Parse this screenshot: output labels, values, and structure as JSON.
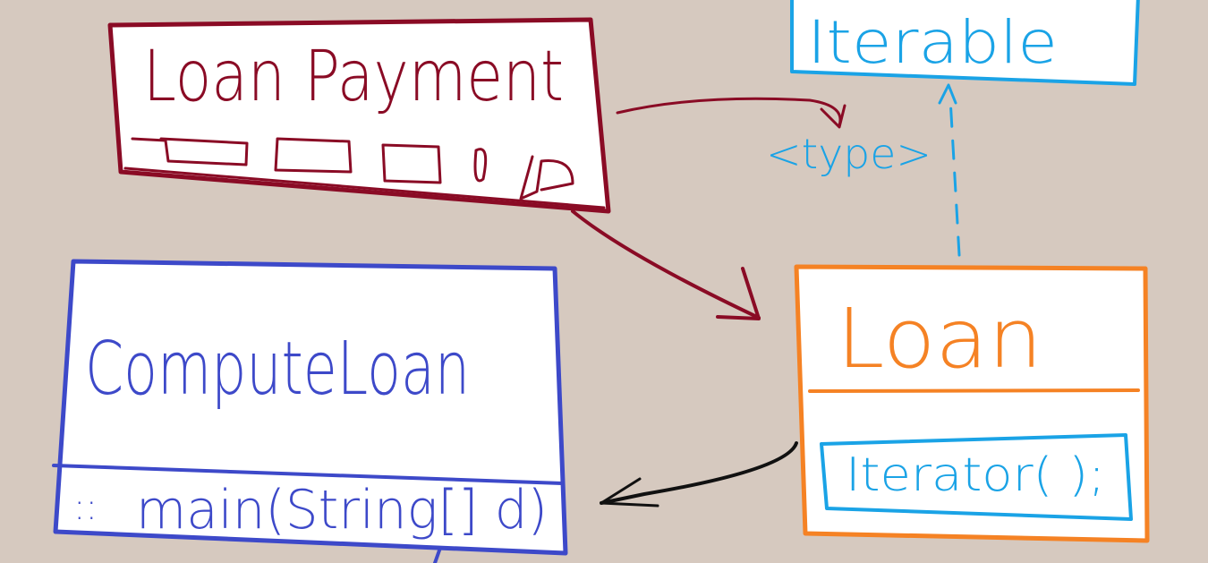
{
  "diagram": {
    "background": "#d6c9bf",
    "colors": {
      "loan_payment": "#8a0b25",
      "iterable": "#1aa3e6",
      "compute_loan": "#3d49c9",
      "loan": "#f58224",
      "method": "#1aa3e6",
      "arrow_black": "#111111"
    },
    "classes": {
      "loan_payment": {
        "name": "Loan Payment"
      },
      "iterable": {
        "name": "Iterable"
      },
      "compute_loan": {
        "name": "ComputeLoan",
        "method": "main(String[] d)"
      },
      "loan": {
        "name": "Loan",
        "method": "Iterator( );"
      }
    },
    "labels": {
      "type_param": "<type>"
    },
    "relations": [
      {
        "from": "loan_payment",
        "to": "iterable",
        "style": "solid",
        "color": "loan_payment"
      },
      {
        "from": "loan_payment",
        "to": "loan",
        "style": "solid",
        "color": "loan_payment"
      },
      {
        "from": "loan",
        "to": "iterable",
        "style": "dashed",
        "color": "iterable"
      },
      {
        "from": "loan",
        "to": "compute_loan",
        "style": "solid",
        "color": "arrow_black"
      }
    ]
  }
}
